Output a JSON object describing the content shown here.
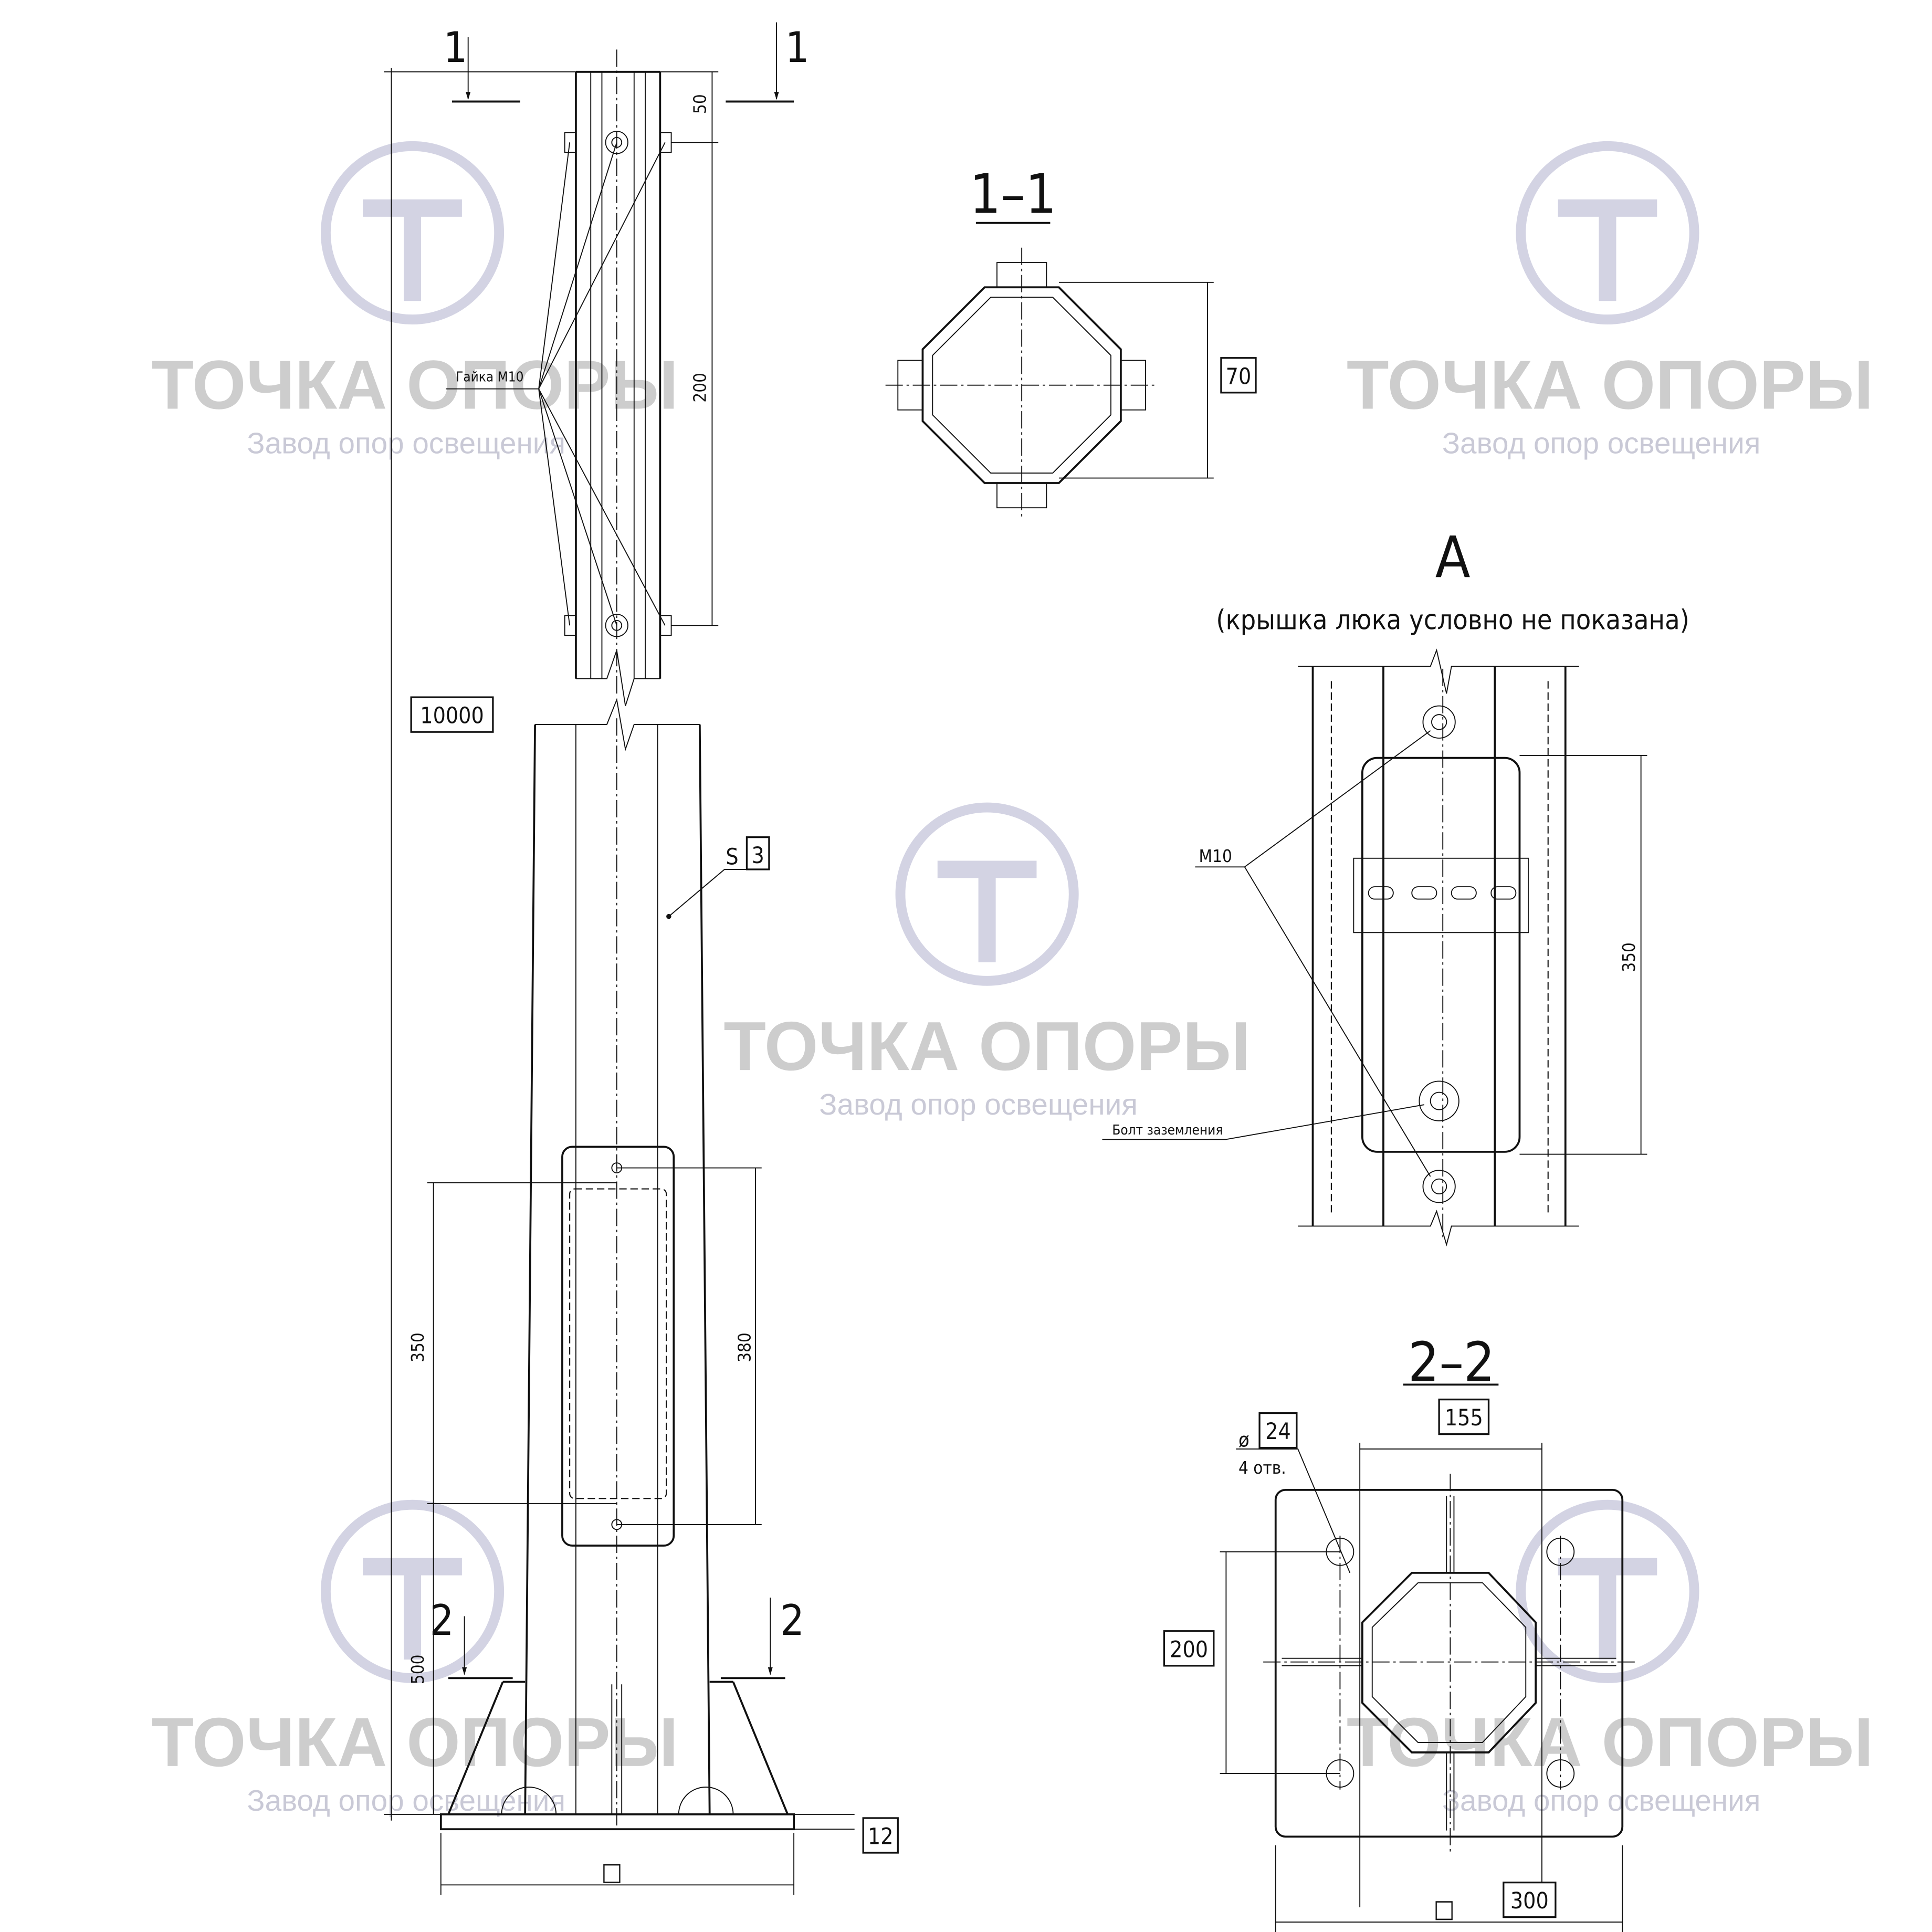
{
  "watermark": {
    "brand": "ТОЧКА ОПОРЫ",
    "subtitle": "Завод опор освещения"
  },
  "main_view": {
    "section1_mark": "1",
    "dim_top": "50",
    "dim_nut_spacing": "200",
    "nut_label": "Гайка М10",
    "total_height": "10000",
    "wall_symbol": "S",
    "wall_thickness": "3",
    "door_dim_outer": "350",
    "door_dim_inner": "380",
    "section2_mark": "2",
    "base_height": "500",
    "plate_thickness": "12",
    "square_symbol": "□"
  },
  "section_1_1": {
    "title": "1–1",
    "width": "70"
  },
  "detail_a": {
    "title": "А",
    "note": "(крышка люка условно не показана)",
    "bolt_label": "М10",
    "dim": "350",
    "ground_label": "Болт заземления"
  },
  "section_2_2": {
    "title": "2–2",
    "hole_symbol": "ø",
    "hole_diameter": "24",
    "hole_count": "4 отв.",
    "bolt_spacing": "155",
    "dim_side": "200",
    "plate_size": "300",
    "square_symbol": "□"
  }
}
